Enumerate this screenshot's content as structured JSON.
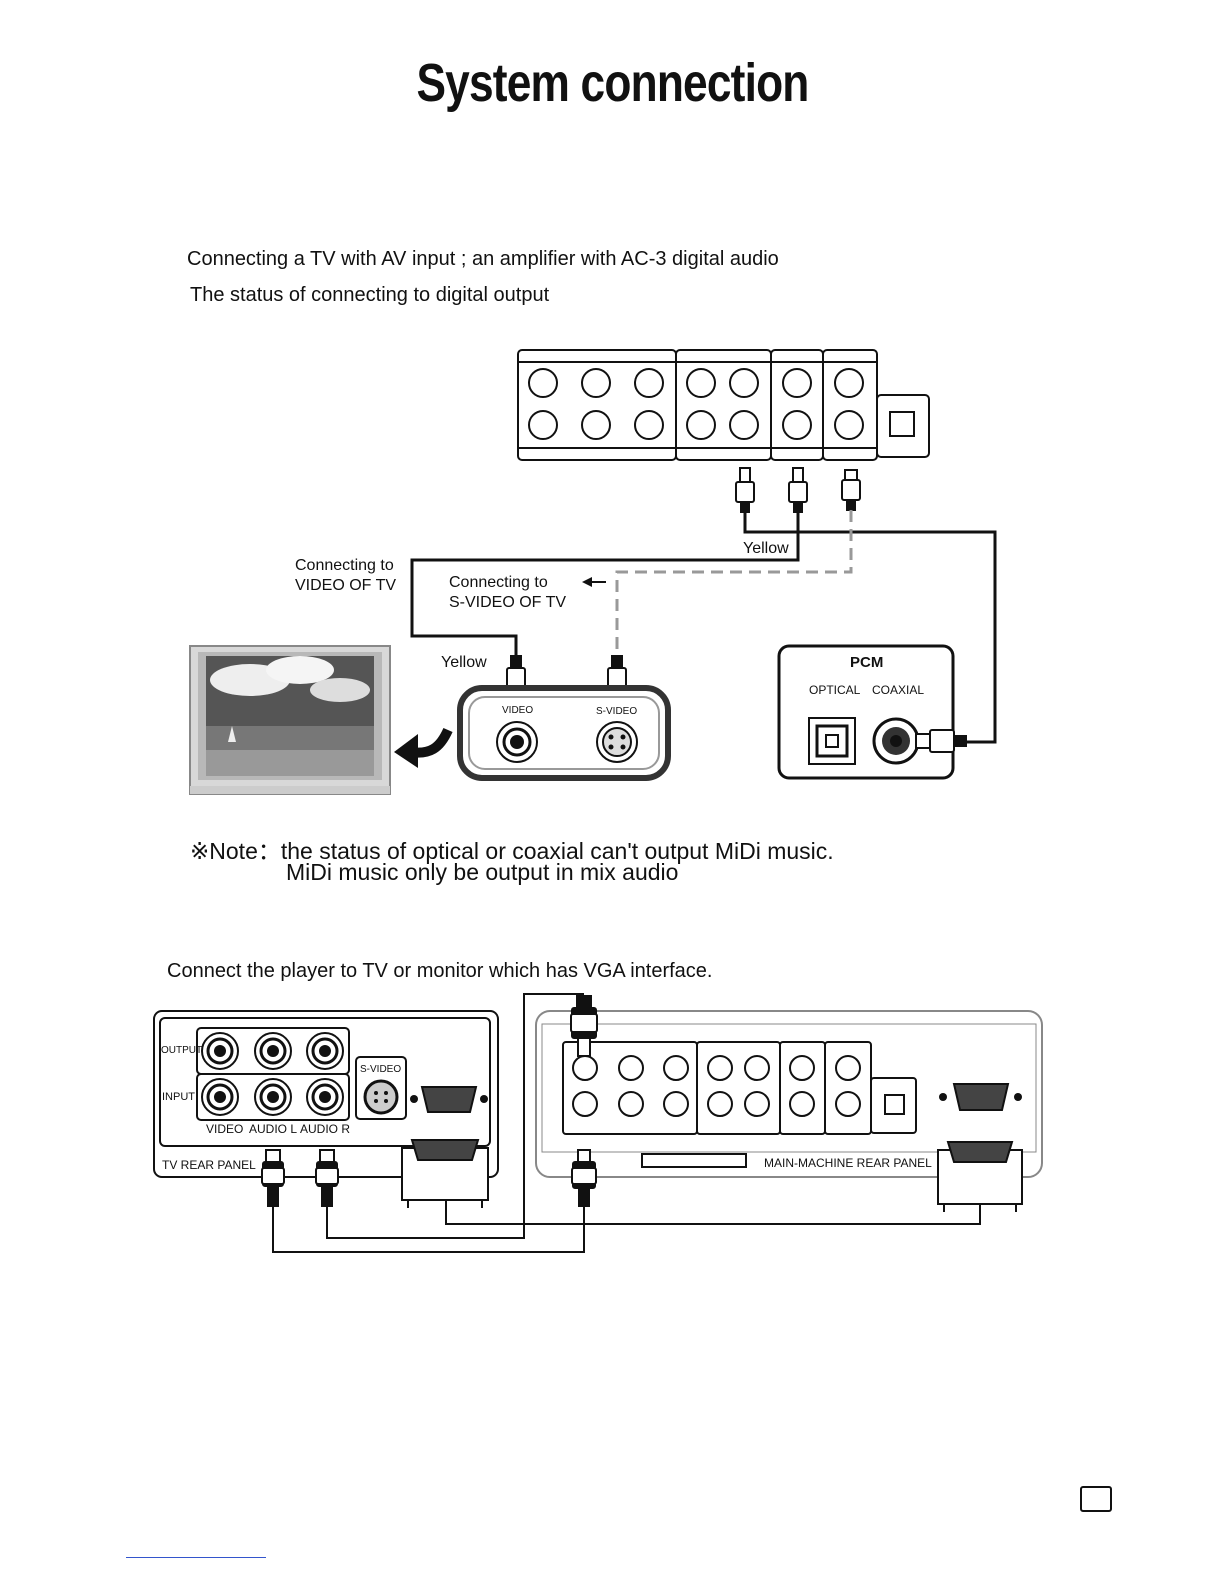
{
  "title": "System connection",
  "section1": {
    "line1": "Connecting a TV with AV input ; an amplifier with AC-3 digital audio",
    "line2": "The status of connecting to digital output"
  },
  "diagram1": {
    "yellow_top": "Yellow",
    "conn_video_1": "Connecting to",
    "conn_video_2": "VIDEO OF TV",
    "conn_svideo_1": "Connecting to",
    "conn_svideo_2": "S-VIDEO OF TV",
    "yellow_tv": "Yellow",
    "video_jack": "VIDEO",
    "svideo_jack": "S-VIDEO",
    "pcm": "PCM",
    "optical": "OPTICAL",
    "coaxial": "COAXIAL"
  },
  "note": {
    "line1": "※Note：the status of optical or coaxial can't output MiDi music.",
    "line2": "MiDi music only be output in mix audio"
  },
  "section2": {
    "line1": "Connect the player to TV or monitor which has VGA interface."
  },
  "diagram2": {
    "output": "OUTPUT",
    "input": "INPUT",
    "svideo": "S-VIDEO",
    "video": "VIDEO",
    "audio_l": "AUDIO L",
    "audio_r": "AUDIO R",
    "tv_rear_panel": "TV REAR PANEL",
    "main_rear_panel": "MAIN-MACHINE REAR PANEL"
  }
}
